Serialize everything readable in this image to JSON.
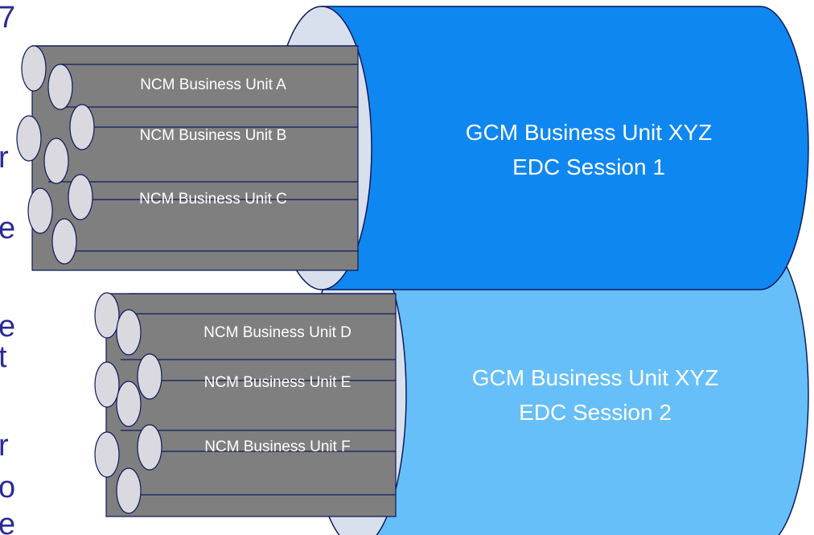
{
  "colors": {
    "session1_fill": "#0f87f0",
    "session2_fill": "#66bff8",
    "session_end_fill": "#d8e0ee",
    "bundle_fill": "#7f7f7f",
    "pipe_end_fill": "#d9d9df",
    "outline": "#0e1a5c",
    "edge_text": "#2b2b96"
  },
  "left_edge_fragments": [
    "7",
    "r",
    "e",
    "e",
    "t",
    "r",
    "o",
    "e"
  ],
  "sessions": [
    {
      "title_line1": "GCM Business Unit XYZ",
      "title_line2": "EDC Session 1",
      "units": [
        "NCM Business Unit A",
        "NCM Business Unit B",
        "NCM Business Unit C"
      ]
    },
    {
      "title_line1": "GCM Business Unit XYZ",
      "title_line2": "EDC Session 2",
      "units": [
        "NCM Business Unit D",
        "NCM Business Unit E",
        "NCM Business Unit F"
      ]
    }
  ]
}
